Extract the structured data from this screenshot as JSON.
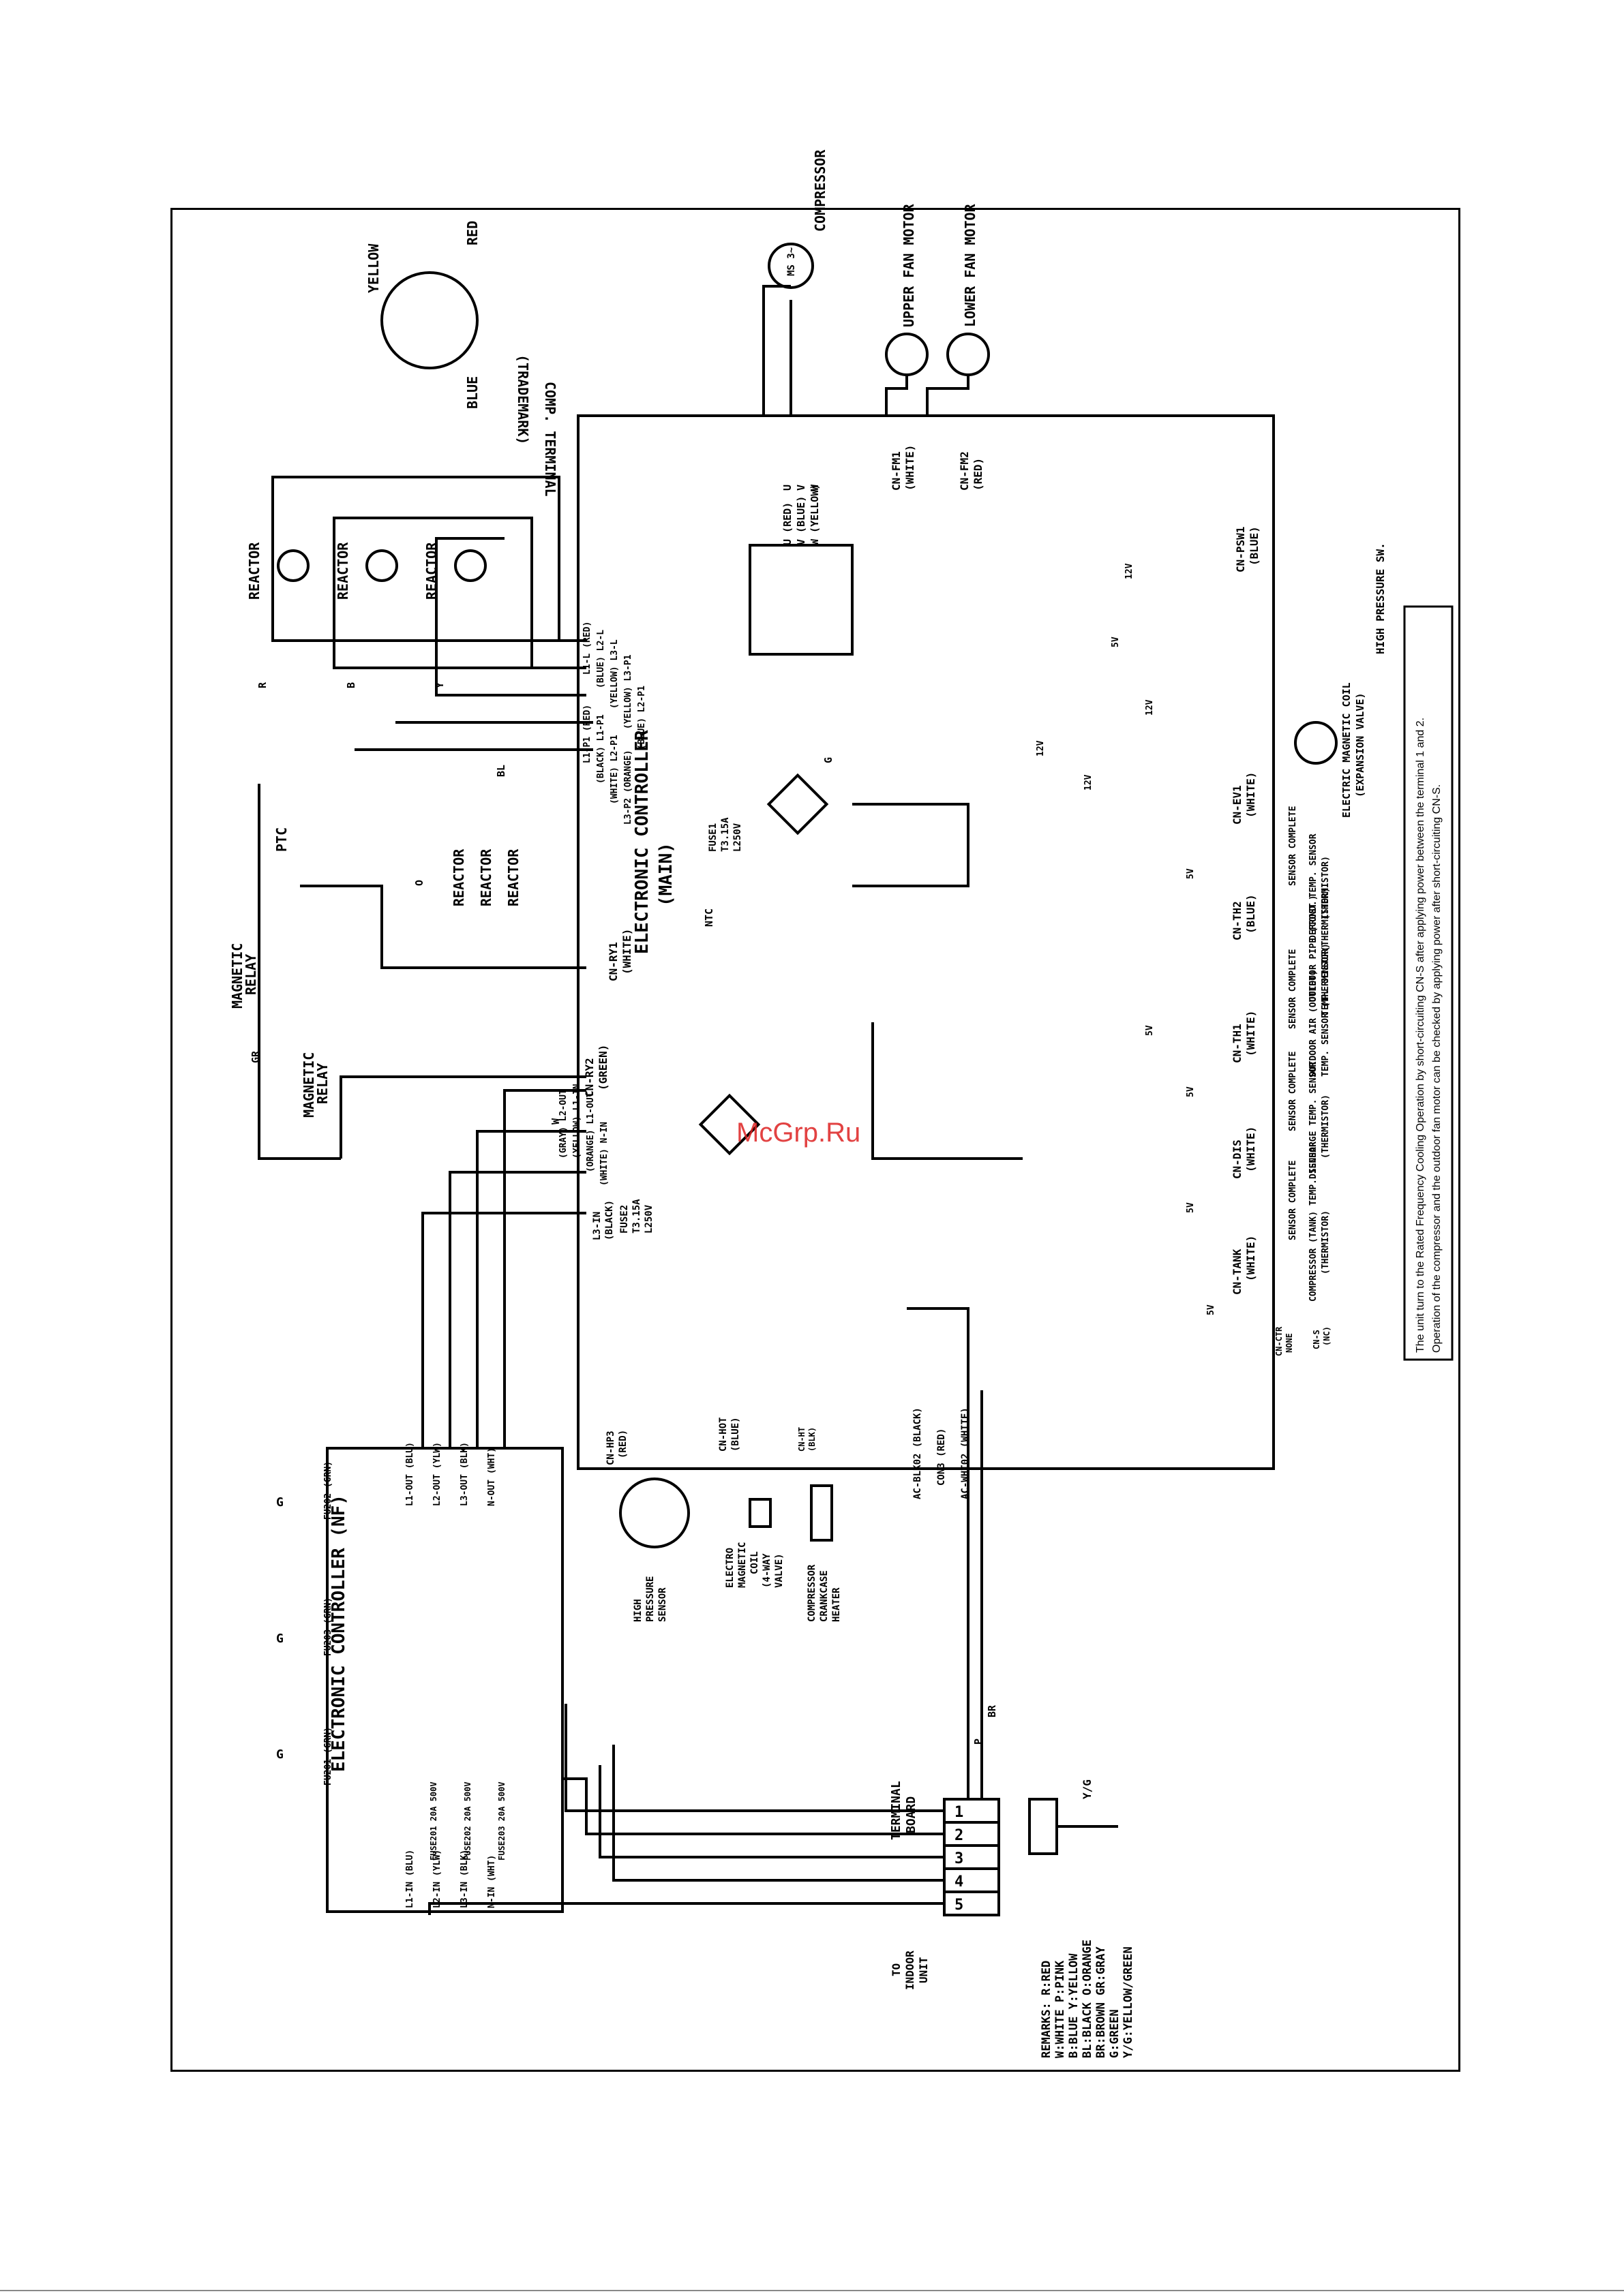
{
  "watermark": "McGrp.Ru",
  "colors": {
    "line": "#000000",
    "watermark": "#d22222"
  },
  "comp_terminal": {
    "title": "COMP. TERMINAL",
    "trademark": "(TRADEMARK)",
    "yellow": "YELLOW",
    "red": "RED",
    "blue": "BLUE"
  },
  "compressor": {
    "label": "COMPRESSOR",
    "symbol": "MS 3~"
  },
  "upper_fan_motor": "UPPER FAN MOTOR",
  "lower_fan_motor": "LOWER FAN MOTOR",
  "reactors": [
    "REACTOR",
    "REACTOR",
    "REACTOR"
  ],
  "inner_reactors": [
    "REACTOR",
    "REACTOR",
    "REACTOR"
  ],
  "ptc": "PTC",
  "magnetic_relay": [
    "MAGNETIC",
    "RELAY"
  ],
  "magnetic_relay_2": [
    "MAGNETIC",
    "RELAY"
  ],
  "main_controller": [
    "ELECTRONIC CONTROLLER",
    "(MAIN)"
  ],
  "nf_controller": "ELECTRONIC CONTROLLER (NF)",
  "connectors_main_top": [
    "L1-L (RED)",
    "(BLUE) L2-L",
    "(YELLOW) L3-L",
    "(YELLOW) L3-P1",
    "(BLUE) L2-P1",
    "L1-P1 (RED)",
    "(BLACK) L1-P1",
    "(WHITE) L2-P1",
    "L3-P2 (ORANGE)"
  ],
  "uvw": [
    "U (RED)",
    "V (BLUE)",
    "W (YELLOW)"
  ],
  "uvw_short": [
    "U",
    "V",
    "W"
  ],
  "cn_fm1": [
    "CN-FM1",
    "(WHITE)"
  ],
  "cn_fm2": [
    "CN-FM2",
    "(RED)"
  ],
  "cn_psw1": [
    "CN-PSW1",
    "(BLUE)"
  ],
  "high_pressure_sw": "HIGH PRESSURE SW.",
  "voltage_labels": [
    "12V",
    "5V",
    "12V",
    "12V",
    "5V",
    "5V",
    "5V",
    "5V",
    "5V",
    "12V"
  ],
  "cn_ev1": [
    "CN-EV1",
    "(WHITE)"
  ],
  "expansion_valve": [
    "ELECTRIC MAGNETIC COIL",
    "(EXPANSION VALVE)"
  ],
  "cn_th2": [
    "CN-TH2",
    "(BLUE)"
  ],
  "defrost_sensor": [
    "DEFROST TEMP. SENSOR",
    "(THERMISTOR)",
    "SENSOR COMPLETE"
  ],
  "cn_th1": [
    "CN-TH1",
    "(WHITE)"
  ],
  "outdoor_pipe_sensor": [
    "OUTDOOR PIPE (COND.)",
    "TEMP. SENSOR(THERMISTOR)"
  ],
  "outdoor_air_sensor": [
    "OUTDOOR AIR (OUTLET)",
    "TEMP. SENSOR (THERMISTOR)",
    "SENSOR COMPLETE"
  ],
  "cn_dis": [
    "CN-DIS",
    "(WHITE)"
  ],
  "discharge_sensor": [
    "DISCHARGE TEMP. SENSOR",
    "(THERMISTOR)",
    "SENSOR COMPLETE"
  ],
  "cn_tank": [
    "CN-TANK",
    "(WHITE)"
  ],
  "compressor_sensor": [
    "COMPRESSOR (TANK) TEMP. SENSOR",
    "(THERMISTOR)",
    "SENSOR COMPLETE"
  ],
  "cn_s": [
    "CN-S",
    "(NC)"
  ],
  "cn_ctr": [
    "CN-CTR",
    "NONE"
  ],
  "cn_ry1": [
    "CN-RY1",
    "(WHITE)"
  ],
  "cn_ry2": [
    "CN-RY2",
    "(GREEN)"
  ],
  "ntc": "NTC",
  "fuse_main": [
    "FUSE1",
    "T3.15A",
    "L250V"
  ],
  "fuse_2": [
    "FUSE2",
    "T3.15A",
    "L250V"
  ],
  "mid_connectors": [
    "(GRAY) L2-OUT",
    "(YELLOW) L1-IN",
    "(ORANGE) L1-OUT",
    "(WHITE) N-IN"
  ],
  "l3_in": [
    "L3-IN",
    "(BLACK)"
  ],
  "cn_hp3": [
    "CN-HP3",
    "(RED)"
  ],
  "cn_hot": [
    "CN-HOT",
    "(BLUE)"
  ],
  "cn_ht": [
    "CN-HT",
    "(BLK)"
  ],
  "high_pressure_sensor": [
    "HIGH",
    "PRESSURE",
    "SENSOR"
  ],
  "four_way_valve": [
    "ELECTRO",
    "MAGNETIC",
    "COIL",
    "(4-WAY",
    "VALVE)"
  ],
  "crankcase_heater": [
    "COMPRESSOR",
    "CRANKCASE",
    "HEATER"
  ],
  "ac_connectors": [
    "AC-BLK02 (BLACK)",
    "CON3 (RED)",
    "AC-WHT02 (WHITE)"
  ],
  "nf_fuses": [
    "FU202 (GRN)",
    "FU203 (GRN)",
    "FU201 (GRN)"
  ],
  "nf_out": [
    "L1-OUT (BLU)",
    "L2-OUT (YLW)",
    "L3-OUT (BLK)",
    "N-OUT (WHT)"
  ],
  "nf_in": [
    "L1-IN (BLU)",
    "L2-IN (YLW)",
    "L3-IN (BLK)",
    "N-IN (WHT)"
  ],
  "nf_fuse_ratings": [
    "FUSE201 20A 500V",
    "FUSE202 20A 500V",
    "FUSE203 20A 500V"
  ],
  "ground": "G",
  "terminal_board": [
    "TERMINAL",
    "BOARD"
  ],
  "terminal_numbers": [
    "1",
    "2",
    "3",
    "4",
    "5"
  ],
  "to_indoor": [
    "TO",
    "INDOOR",
    "UNIT"
  ],
  "yg": "Y/G",
  "wire_letters": [
    "R",
    "B",
    "Y",
    "W",
    "BL",
    "O",
    "GR",
    "G",
    "P",
    "BR"
  ],
  "remarks": [
    "REMARKS:  R:RED",
    "W:WHITE    P:PINK",
    "B:BLUE    Y:YELLOW",
    "BL:BLACK  O:ORANGE",
    "BR:BROWN  GR:GRAY",
    "G:GREEN",
    "Y/G:YELLOW/GREEN"
  ],
  "notes": [
    "The unit turn to the Rated Frequency Cooling Operation by short-circuiting CN-S after applying power between the terminal 1 and 2.",
    "Operation of the compressor and the outdoor fan motor can be checked by applying power after short-circuiting CN-S."
  ]
}
